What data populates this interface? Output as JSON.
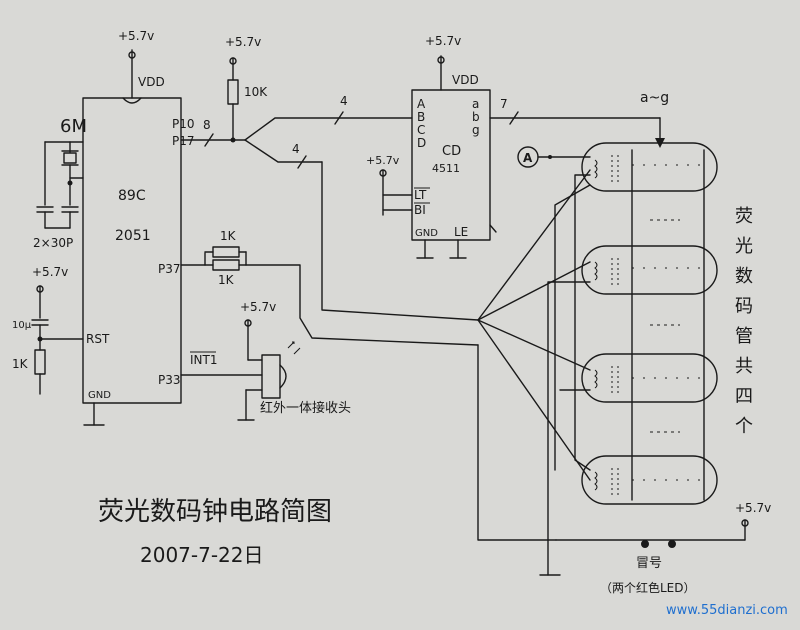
{
  "supply": "+5.7v",
  "mcu": {
    "vdd": "VDD",
    "line1": "89C",
    "line2": "2051",
    "p10": "P10",
    "p17": "P17",
    "p37": "P37",
    "int1": "INT1",
    "p33": "P33",
    "rst": "RST",
    "gnd": "GND"
  },
  "crystal": {
    "freq": "6M",
    "caps": "2×30P"
  },
  "pullup": "10K",
  "bus": {
    "p1_width": "8",
    "bcd_width": "4",
    "digit_width": "4",
    "seg_width": "7"
  },
  "resistors": {
    "r1": "1K",
    "r2": "1K",
    "reset_cap": "10μ",
    "reset_res": "1K"
  },
  "decoder": {
    "vdd": "VDD",
    "name": "CD",
    "part": "4511",
    "inputs": [
      "A",
      "B",
      "C",
      "D"
    ],
    "outputs": [
      "a",
      "b",
      "g"
    ],
    "lt": "LT",
    "bi": "BI",
    "gnd": "GND",
    "le": "LE"
  },
  "segments": "a~g",
  "node_a": "A",
  "ir_receiver": "红外一体接收头",
  "display_note": [
    "荧",
    "光",
    "数",
    "码",
    "管",
    "共",
    "四",
    "个"
  ],
  "title": "荧光数码钟电路简图",
  "date": "2007-7-22日",
  "colon_label": "冒号",
  "colon_note": "（两个红色LED）",
  "watermark": "www.55dianzi.com"
}
